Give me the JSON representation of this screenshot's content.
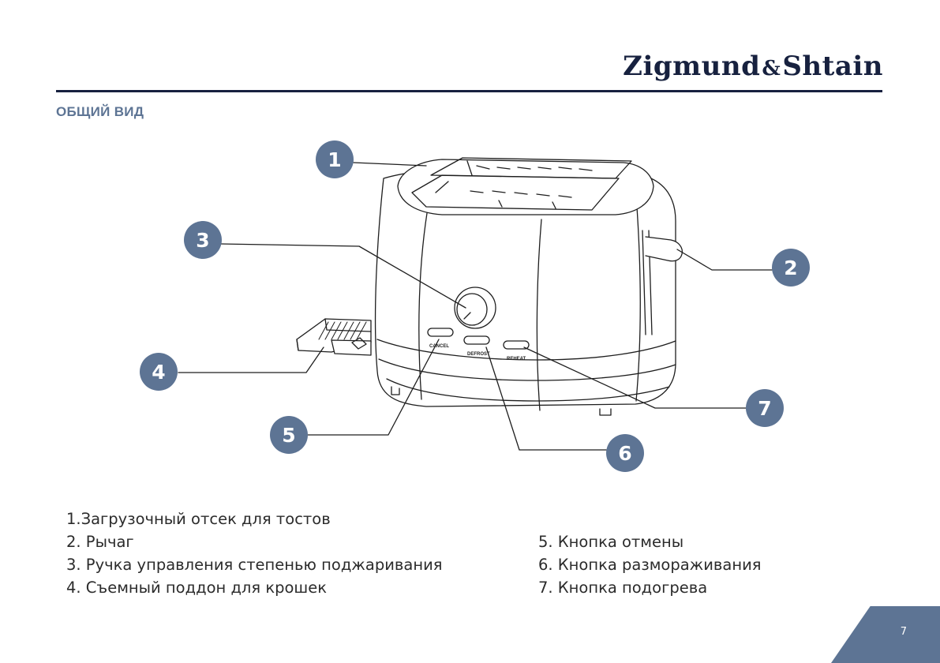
{
  "header": {
    "brand_left": "Zigmund",
    "brand_amp": "&",
    "brand_right": "Shtain"
  },
  "section_title": "ОБЩИЙ ВИД",
  "callouts": [
    "1",
    "2",
    "3",
    "4",
    "5",
    "6",
    "7"
  ],
  "buttons": {
    "cancel": "CANCEL",
    "defrost": "DEFROST",
    "reheat": "REHEAT"
  },
  "legend_left": [
    "1.Загрузочный отсек для тостов",
    "2. Рычаг",
    "3. Ручка управления степенью поджаривания",
    "4. Съемный поддон для крошек"
  ],
  "legend_right": [
    "5. Кнопка отмены",
    "6. Кнопка размораживания",
    "7. Кнопка подогрева"
  ],
  "page_number": "7",
  "colors": {
    "brand_navy": "#17213f",
    "accent_slate": "#5d7494",
    "line": "#1e1e1e"
  }
}
